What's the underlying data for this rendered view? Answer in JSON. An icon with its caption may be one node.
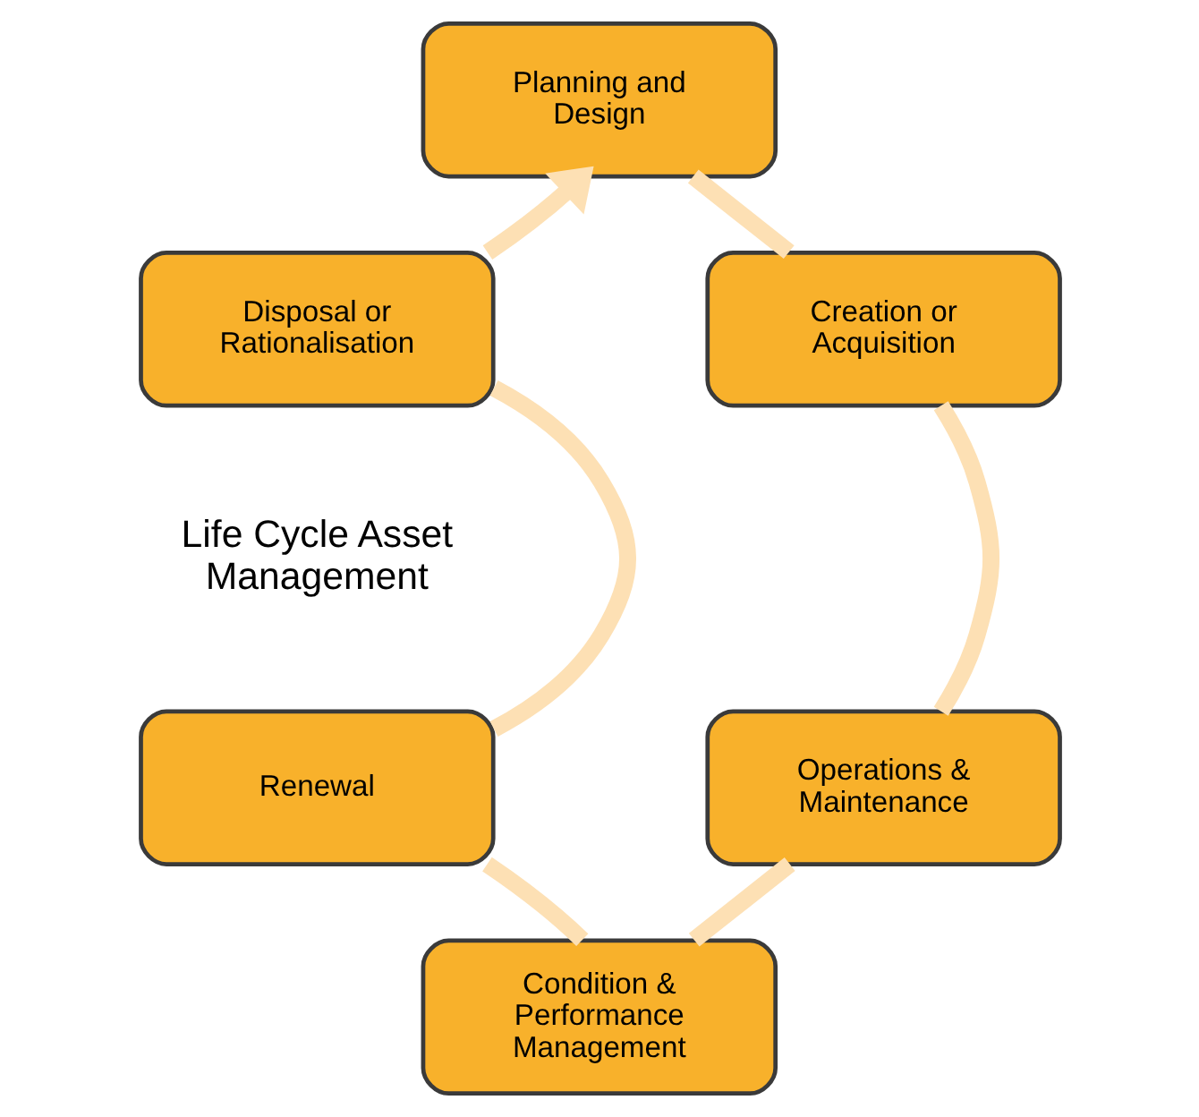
{
  "diagram": {
    "nodes": [
      {
        "text": [
          "Planning and Design"
        ]
      },
      {
        "text": [
          "Creation or Acquisition"
        ]
      },
      {
        "text": [
          "Operations & Maintenance"
        ]
      },
      {
        "text": [
          "Condition & Performance Management"
        ]
      },
      {
        "text": [
          "Renewal"
        ]
      },
      {
        "text": [
          "Disposal or Rationalisation"
        ]
      }
    ],
    "edges": [
      {
        "from": 0,
        "to": 1,
        "arrow": "none",
        "color": "#fde0b4"
      },
      {
        "from": 1,
        "to": 2,
        "arrow": "none",
        "color": "#fde0b4"
      },
      {
        "from": 2,
        "to": 3,
        "arrow": "none",
        "color": "#fde0b4"
      },
      {
        "from": 3,
        "to": 4,
        "arrow": "none",
        "color": "#fde0b4"
      },
      {
        "from": 4,
        "to": 5,
        "arrow": "none",
        "color": "#fde0b4"
      },
      {
        "from": 5,
        "to": 0,
        "arrow": "to",
        "color": "#fde0b4"
      }
    ],
    "labels": [
      "Life Cycle Asset Management"
    ]
  }
}
